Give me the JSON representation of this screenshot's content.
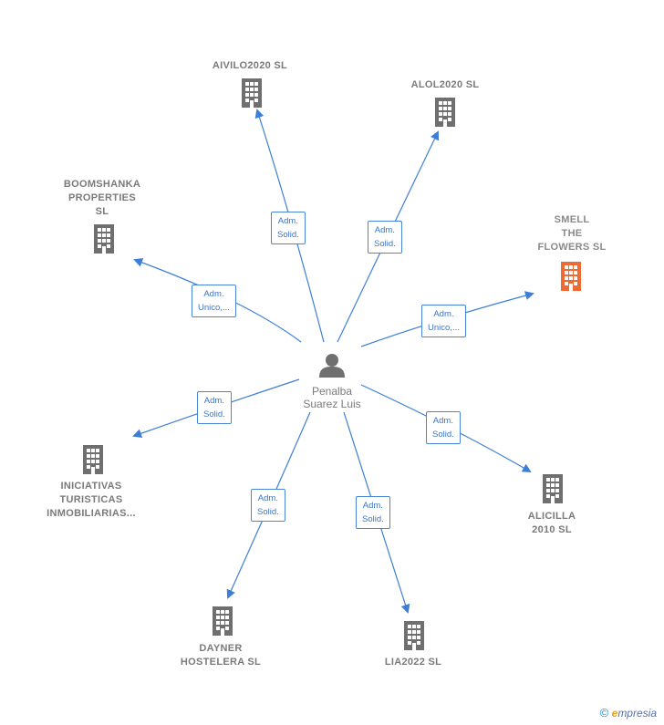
{
  "center": {
    "name": "Penalba\nSuarez Luis"
  },
  "companies": [
    {
      "id": "aivilo",
      "name": "AIVILO2020  SL",
      "role": "Adm.\nSolid.",
      "highlight": false
    },
    {
      "id": "alol",
      "name": "ALOL2020  SL",
      "role": "Adm.\nSolid.",
      "highlight": false
    },
    {
      "id": "boomshanka",
      "name": "BOOMSHANKA\nPROPERTIES\nSL",
      "role": "Adm.\nUnico,...",
      "highlight": false
    },
    {
      "id": "smell",
      "name": "SMELL\nTHE\nFLOWERS  SL",
      "role": "Adm.\nUnico,...",
      "highlight": true
    },
    {
      "id": "iniciativas",
      "name": "INICIATIVAS\nTURISTICAS\nINMOBILIARIAS...",
      "role": "Adm.\nSolid.",
      "highlight": false
    },
    {
      "id": "alicilla",
      "name": "ALICILLA\n2010  SL",
      "role": "Adm.\nSolid.",
      "highlight": false
    },
    {
      "id": "dayner",
      "name": "DAYNER\nHOSTELERA SL",
      "role": "Adm.\nSolid.",
      "highlight": false
    },
    {
      "id": "lia",
      "name": "LIA2022  SL",
      "role": "Adm.\nSolid.",
      "highlight": false
    }
  ],
  "colors": {
    "edge": "#3d7fd6",
    "building": "#6f6f6f",
    "building_highlight": "#f06a35",
    "person": "#6f6f6f"
  },
  "brand": {
    "symbol": "©",
    "initial": "e",
    "rest": "mpresia"
  }
}
